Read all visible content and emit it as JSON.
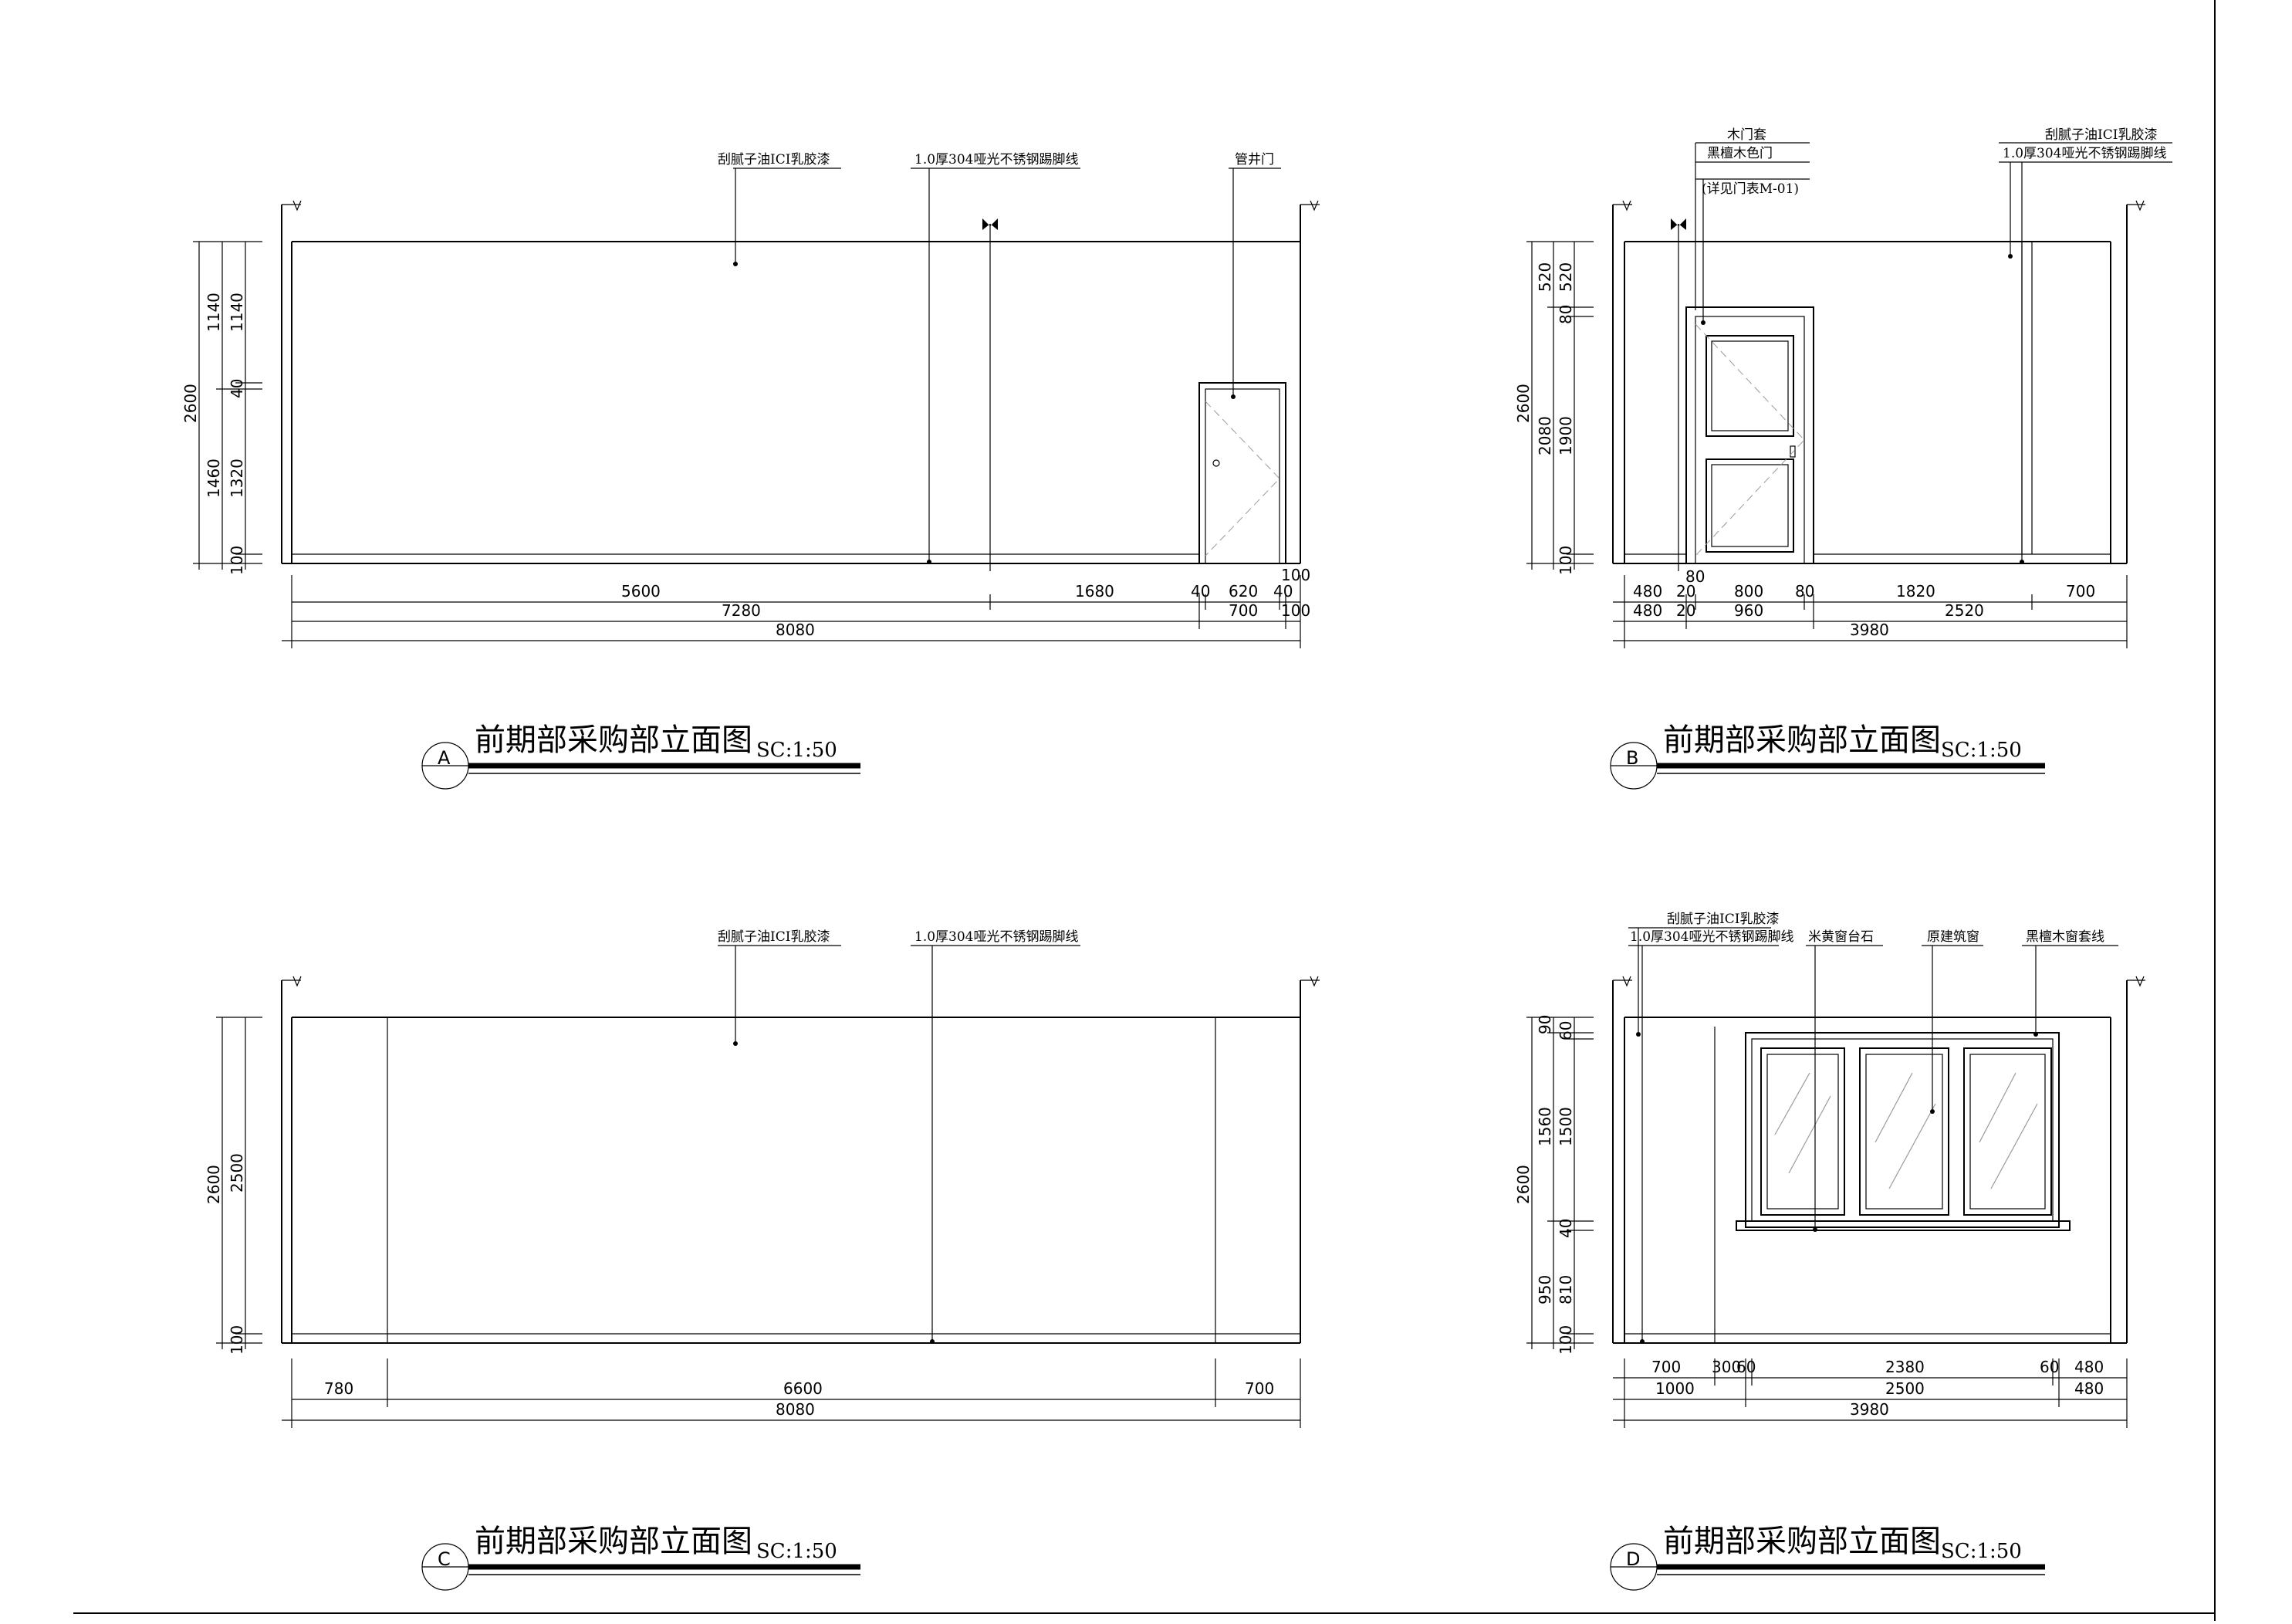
{
  "sheet": {
    "views": [
      {
        "id": "A",
        "title": "前期部采购部立面图",
        "scale": "SC:1:50",
        "notes": [
          "刮腻子油ICI乳胶漆",
          "1.0厚304哑光不锈钢踢脚线",
          "管井门"
        ],
        "dims_h_row1": [
          "5600",
          "1680",
          "40",
          "620",
          "40",
          "100"
        ],
        "dims_h_row2": [
          "7280",
          "700",
          "100"
        ],
        "dims_h_row3": [
          "8080"
        ],
        "dims_v_outer": [
          "2600"
        ],
        "dims_v_mid": [
          "1140",
          "1460"
        ],
        "dims_v_inner": [
          "1140",
          "40",
          "1320",
          "100"
        ]
      },
      {
        "id": "B",
        "title": "前期部采购部立面图",
        "scale": "SC:1:50",
        "notes": [
          "木门套",
          "黑檀木色门",
          "(详见门表M-01)",
          "刮腻子油ICI乳胶漆",
          "1.0厚304哑光不锈钢踢脚线"
        ],
        "dims_h_row1": [
          "480",
          "20",
          "800",
          "80",
          "1820",
          "700"
        ],
        "dims_h_row1b": [
          "80"
        ],
        "dims_h_row2": [
          "480",
          "20",
          "960",
          "2520"
        ],
        "dims_h_row3": [
          "3980"
        ],
        "dims_v_outer": [
          "2600"
        ],
        "dims_v_mid": [
          "520",
          "2080"
        ],
        "dims_v_inner": [
          "520",
          "80",
          "1900",
          "100"
        ]
      },
      {
        "id": "C",
        "title": "前期部采购部立面图",
        "scale": "SC:1:50",
        "notes": [
          "刮腻子油ICI乳胶漆",
          "1.0厚304哑光不锈钢踢脚线"
        ],
        "dims_h_row1": [
          "780",
          "6600",
          "700"
        ],
        "dims_h_row2": [
          "8080"
        ],
        "dims_v_outer": [
          "2600"
        ],
        "dims_v_inner": [
          "2500",
          "100"
        ]
      },
      {
        "id": "D",
        "title": "前期部采购部立面图",
        "scale": "SC:1:50",
        "notes": [
          "刮腻子油ICI乳胶漆",
          "1.0厚304哑光不锈钢踢脚线",
          "米黄窗台石",
          "原建筑窗",
          "黑檀木窗套线"
        ],
        "dims_h_row1": [
          "700",
          "300",
          "60",
          "2380",
          "60",
          "480"
        ],
        "dims_h_row2": [
          "1000",
          "2500",
          "480"
        ],
        "dims_h_row3": [
          "3980"
        ],
        "dims_v_outer": [
          "2600"
        ],
        "dims_v_mid": [
          "90",
          "1560",
          "950"
        ],
        "dims_v_inner": [
          "60",
          "1500",
          "40",
          "810",
          "100"
        ]
      }
    ]
  }
}
